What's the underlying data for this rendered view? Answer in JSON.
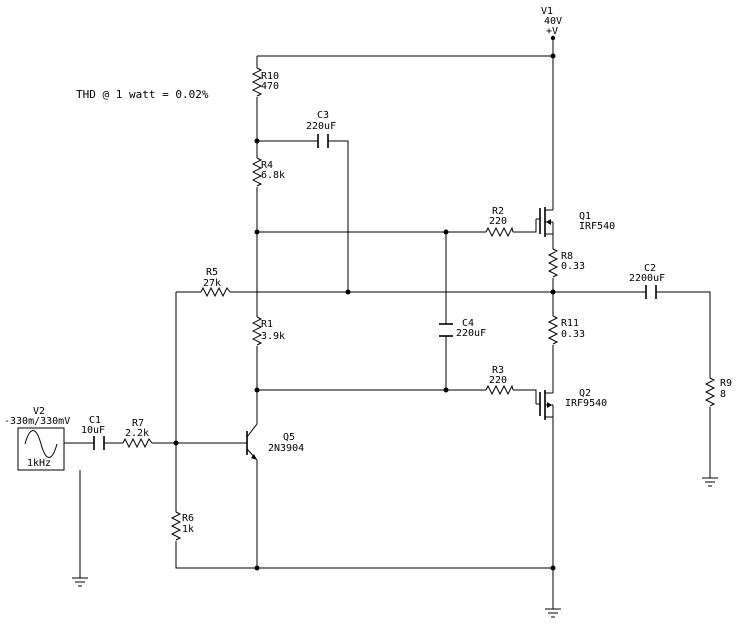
{
  "note": "THD @ 1 watt = 0.02%",
  "components": {
    "v1": {
      "ref": "V1",
      "value": "40V",
      "extra": "+V"
    },
    "v2": {
      "ref": "V2",
      "value": "-330m/330mV",
      "extra": "1kHz"
    },
    "r1": {
      "ref": "R1",
      "value": "3.9k"
    },
    "r2": {
      "ref": "R2",
      "value": "220"
    },
    "r3": {
      "ref": "R3",
      "value": "220"
    },
    "r4": {
      "ref": "R4",
      "value": "6.8k"
    },
    "r5": {
      "ref": "R5",
      "value": "27k"
    },
    "r6": {
      "ref": "R6",
      "value": "1k"
    },
    "r7": {
      "ref": "R7",
      "value": "2.2k"
    },
    "r8": {
      "ref": "R8",
      "value": "0.33"
    },
    "r9": {
      "ref": "R9",
      "value": "8"
    },
    "r10": {
      "ref": "R10",
      "value": "470"
    },
    "r11": {
      "ref": "R11",
      "value": "0.33"
    },
    "c1": {
      "ref": "C1",
      "value": "10uF"
    },
    "c2": {
      "ref": "C2",
      "value": "2200uF"
    },
    "c3": {
      "ref": "C3",
      "value": "220uF"
    },
    "c4": {
      "ref": "C4",
      "value": "220uF"
    },
    "q1": {
      "ref": "Q1",
      "value": "IRF540"
    },
    "q2": {
      "ref": "Q2",
      "value": "IRF9540"
    },
    "q5": {
      "ref": "Q5",
      "value": "2N3904"
    }
  }
}
